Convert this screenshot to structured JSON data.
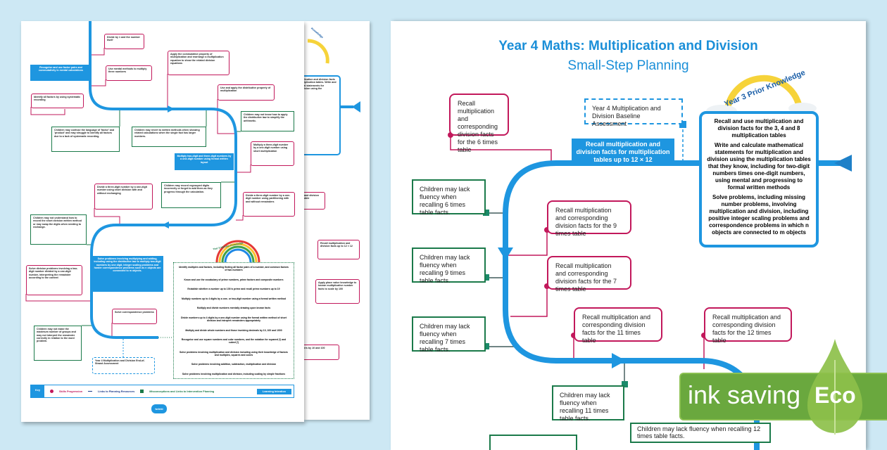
{
  "right_page": {
    "title": "Year 4 Maths: Multiplication and Division",
    "subtitle": "Small-Step Planning",
    "prior_knowledge_label": "Year 3 Prior Knowledge",
    "baseline_assessment": "Year 4 Multiplication and Division Baseline Assessment",
    "learning_intention": "Recall multiplication and division facts for multiplication tables up to 12 × 12",
    "prior_knowledge": [
      "Recall and use multiplication and division facts for the 3, 4 and 8 multiplication tables",
      "Write and calculate mathematical statements for multiplication and division using the multiplication tables that they know, including for two-digit numbers times one-digit numbers, using mental and progressing to formal written methods",
      "Solve problems, including missing number problems, involving multiplication and division, including positive integer scaling problems and correspondence problems in which n objects are connected to m objects"
    ],
    "skills": [
      "Recall multiplication and corresponding division facts for the 6 times table",
      "Recall multiplication and corresponding division facts for the 9 times table",
      "Recall multiplication and corresponding division facts for the 7 times table",
      "Recall multiplication and corresponding division facts for the 11 times table",
      "Recall multiplication and corresponding division facts for the 12 times table"
    ],
    "misconceptions": [
      "Children may lack fluency when recalling 6 times table facts.",
      "Children may lack fluency when recalling 9 times table facts.",
      "Children may lack fluency when recalling 7 times table facts.",
      "Children may lack fluency when recalling 11 times table facts.",
      "Children may lack fluency when recalling 12 times table facts."
    ]
  },
  "left_page": {
    "skills": [
      "Divide by 1 and the number itself",
      "Use mental methods to multiply three numbers",
      "Apply the commutative property of multiplication and rearrange a multiplication equation to show the related division equations",
      "Identify all factors by using systematic recording",
      "Use and apply the distributive property of multiplication",
      "Multiply a three-digit number by a one-digit number using short multiplication",
      "Divide a three-digit number by a one-digit number using short division with and without exchanging",
      "Divide a three-digit number by a one-digit number using partitioning with and without remainders",
      "Solve division problems involving a two-digit number divided by a one-digit number, interpreting the remainder according to the context",
      "Solve correspondence problems"
    ],
    "learning_intentions": [
      "Recognise and use factor pairs and commutativity in mental calculations",
      "Multiply two-digit and three-digit numbers by a one-digit number using formal written layout",
      "Solve problems involving multiplying and adding, including using the distributive law to multiply two-digit numbers by one digit, integer scaling problems and harder correspondence problems such as n objects are connected to m objects."
    ],
    "misconceptions": [
      "Children may confuse the language of 'factor' and 'product' and may struggle to identify all factors due to a lack of systematic recording.",
      "Children may revert to written methods when showing related calculations when the single fact has larger numbers.",
      "Children may not know how to apply the distributive law to simplify the arithmetic.",
      "Children may record regrouped digits incorrectly or forget to add them as they progress through the calculation.",
      "Children may not understand how to record the short division written method or may swap the digits when needing to exchange.",
      "Children may not make the maximum number of groups and may not interpret the remainder correctly in relation to the word problem."
    ],
    "end_assessment": "Year 4 Multiplication and Division End-of-Strand Assessment",
    "horizon_label": "Year 5 Horizon Knowledge",
    "horizon_items": [
      "Identify multiples and factors, including finding all factor pairs of a number, and common factors of two numbers",
      "Know and use the vocabulary of prime numbers, prime factors and composite numbers",
      "Establish whether a number up to 100 is prime and recall prime numbers up to 19",
      "Multiply numbers up to 4 digits by a one- or two-digit number using a formal written method",
      "Multiply and divide numbers mentally drawing upon known facts",
      "Divide numbers up to 4 digits by a one-digit number using the formal written method of short division and interpret remainders appropriately",
      "Multiply and divide whole numbers and those involving decimals by 10, 100 and 1000",
      "Recognise and use square numbers and cube numbers, and the notation for squared (²) and cubed (³)",
      "Solve problems involving multiplication and division including using their knowledge of factors and multiples, squares and cubes",
      "Solve problems involving addition, subtraction, multiplication and division",
      "Solve problems involving multiplication and division, including scaling by simple fractions"
    ],
    "key": {
      "title": "Key",
      "skills": "Skills Progression",
      "links": "Links to Planning Resources",
      "misconceptions": "Misconceptions and Links to Intervention Planning",
      "intention": "Learning Intention"
    },
    "logo": "twinkl"
  },
  "back_page": {
    "prior_partial": "Recall and use multiplication and division facts for the 3, 4 and 8 multiplication tables. Write and calculate mathematical statements for multiplication and division using the multiplication tables",
    "skill_partial_1": "Recall multiplication and division facts for the 3 times table",
    "skill_recall": "Recall multiplication and division facts up to 12 × 12",
    "skill_place_value": "Apply place value knowledge to known multiplicative number facts to scale by 100",
    "skill_partial_2": "Multiply whole numbers by 10 and 100",
    "knowledge_partial": "Knowledge"
  },
  "badge": {
    "text": "ink saving",
    "eco": "Eco"
  },
  "colors": {
    "blue": "#1e96e0",
    "red": "#c2185b",
    "green": "#1b7a4a",
    "eco_green": "#6aa83e"
  }
}
